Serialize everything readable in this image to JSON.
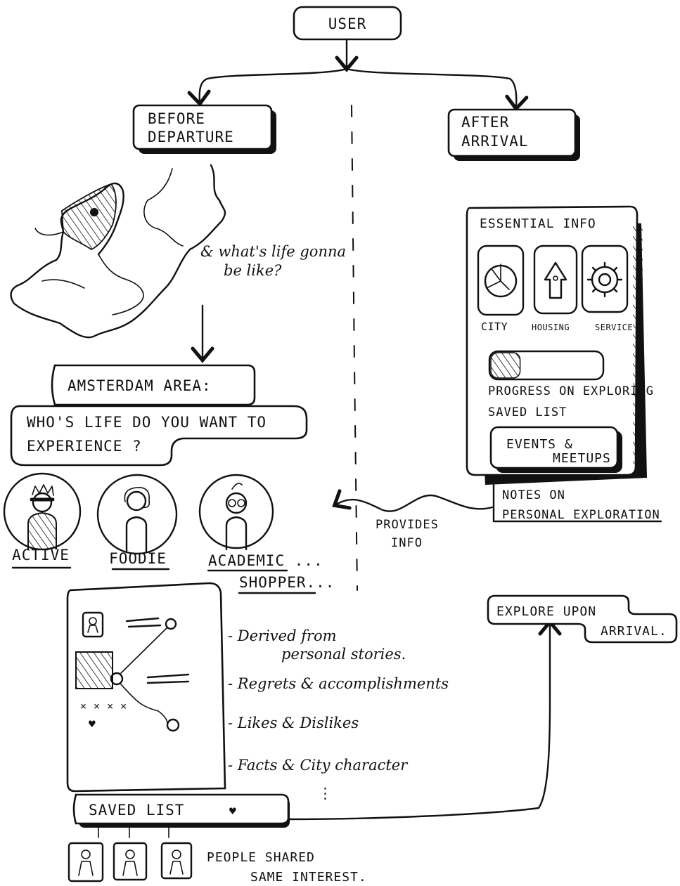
{
  "nodes": {
    "user": "USER",
    "before_departure": [
      "BEFORE",
      "DEPARTURE"
    ],
    "after_arrival": [
      "AFTER",
      "ARRIVAL"
    ],
    "whats_life": [
      "& what's life gonna",
      "be like?"
    ],
    "amsterdam_area": "AMSTERDAM AREA:",
    "whos_life": [
      "WHO'S LIFE DO YOU WANT TO",
      "EXPERIENCE ?"
    ],
    "personas": [
      "ACTIVE",
      "FOODIE",
      "ACADEMIC ...",
      "SHOPPER..."
    ],
    "story_bullets": [
      "- Derived from",
      "personal stories.",
      "- Regrets & accomplishments",
      "- Likes & Dislikes",
      "- Facts & City character",
      "⋮"
    ],
    "saved_list": "SAVED LIST",
    "people_shared": [
      "PEOPLE SHARED",
      "SAME INTEREST."
    ],
    "provides_info": [
      "PROVIDES",
      "INFO"
    ],
    "explore_upon_arrival": [
      "EXPLORE UPON",
      "ARRIVAL."
    ]
  },
  "app_screen": {
    "title": "ESSENTIAL INFO",
    "icons": [
      {
        "label": "CITY",
        "icon": "compass-icon"
      },
      {
        "label": "HOUSING",
        "icon": "house-arrow-icon"
      },
      {
        "label": "SERVICE",
        "icon": "gear-icon"
      }
    ],
    "progress": {
      "fraction": 0.2,
      "label": "PROGRESS ON EXPLORING",
      "sublabel": "SAVED LIST"
    },
    "events_button": [
      "EVENTS &",
      "MEETUPS"
    ],
    "notes": [
      "NOTES ON",
      "PERSONAL EXPLORATION"
    ]
  }
}
